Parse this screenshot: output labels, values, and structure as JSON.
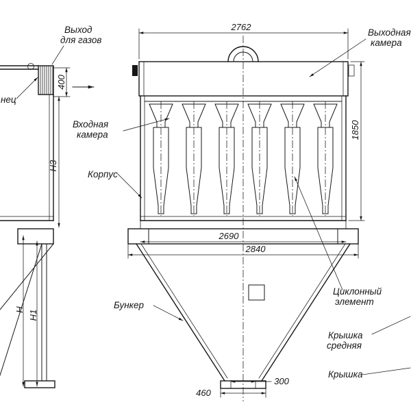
{
  "front_view": {
    "dims": {
      "width_top": "2762",
      "height_right": "1850",
      "width_body_bottom": "2690",
      "width_flange": "2840",
      "outlet_flange": "460",
      "outlet_opening": "300"
    },
    "labels": {
      "outlet_chamber_line1": "Выходная",
      "outlet_chamber_line2": "камера",
      "inlet_chamber_line1": "Входная",
      "inlet_chamber_line2": "камера",
      "body": "Корпус",
      "hopper": "Бункер",
      "cyclone_line1": "Циклонный",
      "cyclone_line2": "элемент",
      "cover_middle_line1": "Крышка",
      "cover_middle_line2": "средняя",
      "cover": "Крышка"
    }
  },
  "side_view": {
    "dims": {
      "outlet_height": "400",
      "h3": "Н3",
      "h": "Н",
      "h1": "Н1"
    },
    "labels": {
      "gas_outlet_line1": "Выход",
      "gas_outlet_line2": "для газов",
      "flange_partial": "нец"
    }
  }
}
